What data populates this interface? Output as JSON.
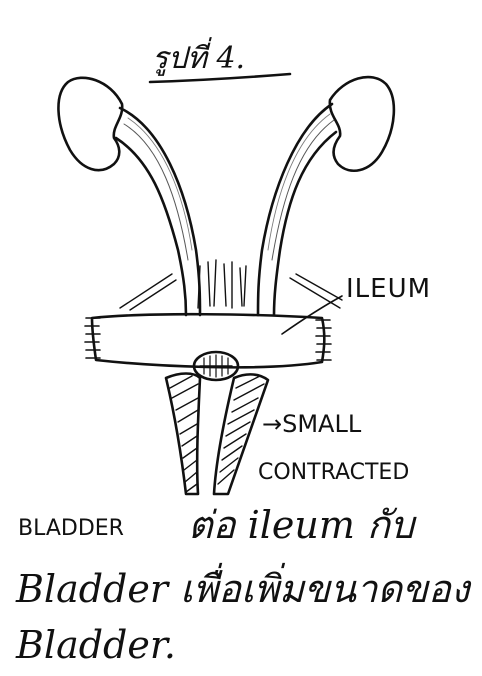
{
  "figure": {
    "title": "รูปที่ 4.",
    "label_ileum": "ILEUM",
    "label_small": "→SMALL",
    "label_contracted": "CONTRACTED",
    "caption_line1_a": "BLADDER",
    "caption_line1_b": "ต่อ ileum กับ",
    "caption_line2": "Bladder เพื่อเพิ่มขนาดของ",
    "caption_line3": "Bladder."
  },
  "colors": {
    "ink": "#111111",
    "paper": "#ffffff"
  }
}
